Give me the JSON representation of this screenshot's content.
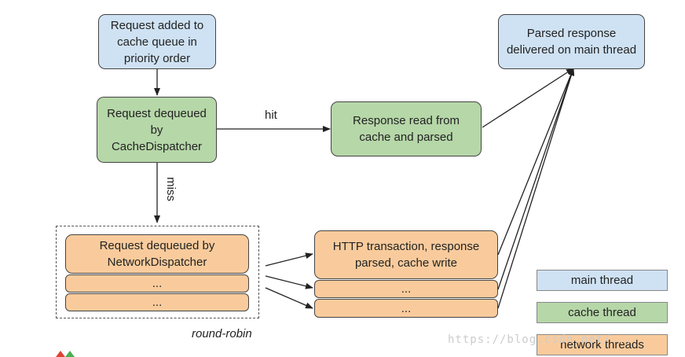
{
  "nodes": {
    "request_added": "Request added to cache queue in priority order",
    "cache_dequeue": "Request dequeued by CacheDispatcher",
    "cache_read": "Response read from cache and parsed",
    "delivered": "Parsed response delivered on main thread",
    "network_dequeue": "Request dequeued by NetworkDispatcher",
    "network_ellipsis_1": "...",
    "network_ellipsis_2": "...",
    "http_transaction": "HTTP transaction, response parsed, cache write",
    "http_ellipsis_1": "...",
    "http_ellipsis_2": "..."
  },
  "edge_labels": {
    "hit": "hit",
    "miss": "miss",
    "round_robin": "round-robin"
  },
  "legend": {
    "main_thread": "main thread",
    "cache_thread": "cache thread",
    "network_threads": "network threads"
  },
  "colors": {
    "main_thread": "#cfe2f3",
    "cache_thread": "#b6d7a8",
    "network_threads": "#f9cb9c"
  },
  "watermark": "https://blog.csdn.net/..."
}
